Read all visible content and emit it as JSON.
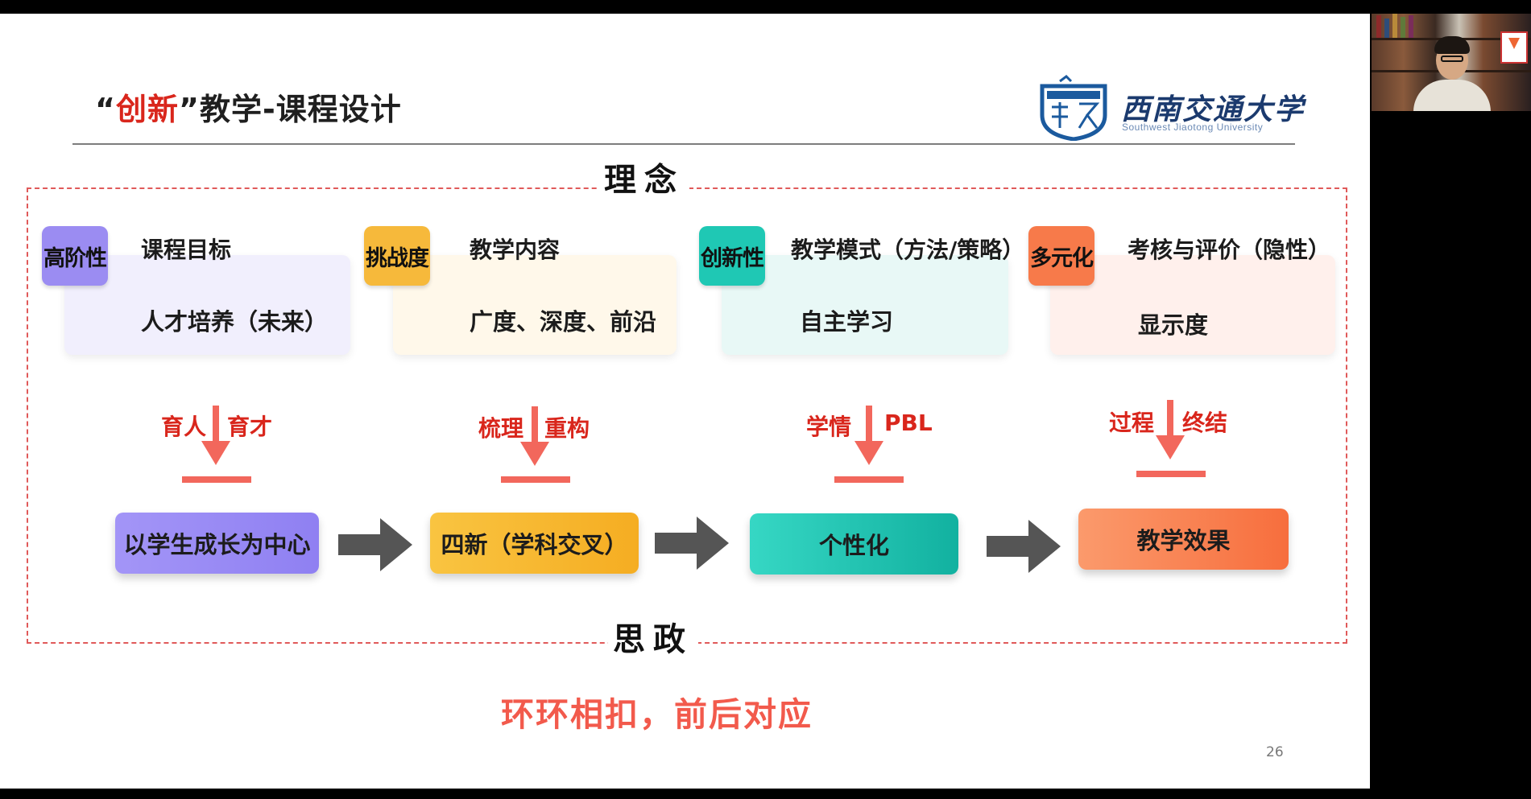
{
  "slide": {
    "title_quote_open": "“",
    "title_red": "创新",
    "title_quote_close": "”",
    "title_rest": "教学-课程设计",
    "university_cn": "西南交通大学",
    "university_en": "Southwest Jiaotong University",
    "frame_top_label": "理念",
    "frame_bottom_label": "思政",
    "bottom_text": "环环相扣，前后对应",
    "page_number": "26"
  },
  "columns": [
    {
      "tag": "高阶性",
      "title": "课程目标",
      "card_text": "人才培养（未来）",
      "label_left": "育人",
      "label_right": "育才",
      "flow_box": "以学生成长为中心",
      "tag_color": "#9b8cf2",
      "card_color": "#f1effd",
      "flow_color": "#9a8cf5"
    },
    {
      "tag": "挑战度",
      "title": "教学内容",
      "card_text": "广度、深度、前沿",
      "label_left": "梳理",
      "label_right": "重构",
      "flow_box": "四新（学科交叉）",
      "tag_color": "#f6b93b",
      "card_color": "#fff8ea",
      "flow_color": "#f7b52d"
    },
    {
      "tag": "创新性",
      "title": "教学模式（方法/策略）",
      "card_text": "自主学习",
      "label_left": "学情",
      "label_right": "PBL",
      "flow_box": "个性化",
      "tag_color": "#1fc8b4",
      "card_color": "#e8f8f6",
      "flow_color": "#1fbfae"
    },
    {
      "tag": "多元化",
      "title": "考核与评价（隐性）",
      "card_text": "显示度",
      "label_left": "过程",
      "label_right": "终结",
      "flow_box": "教学效果",
      "tag_color": "#f77a4a",
      "card_color": "#fff0ec",
      "flow_color": "#f8774a"
    }
  ],
  "colors": {
    "accent_red": "#d9261c",
    "arrow_red": "#f2675c",
    "flow_arrow": "#555555"
  }
}
